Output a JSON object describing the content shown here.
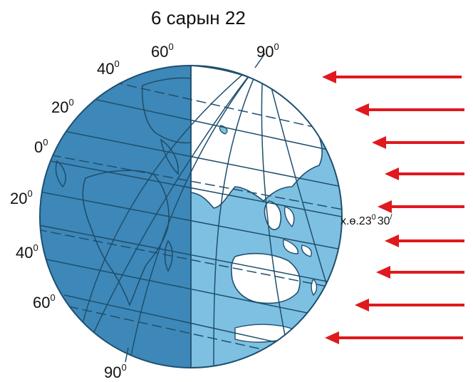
{
  "title": "6 сарын 22",
  "degree_mark": "0",
  "minute_mark": "/",
  "latitude_labels_left": [
    "40",
    "20",
    "0",
    "20",
    "40",
    "60"
  ],
  "top_labels": [
    "60",
    "90"
  ],
  "bottom_label": "90",
  "tropic_label_prefix": "х.ө.23",
  "tropic_label_suffix": "30",
  "sun_ray_count": 9,
  "colors": {
    "night_ocean": "#3d88b8",
    "day_ocean": "#7ec0e2",
    "day_land": "#ffffff",
    "grid_line": "#1f4f6e",
    "ray": "#e0191e"
  }
}
